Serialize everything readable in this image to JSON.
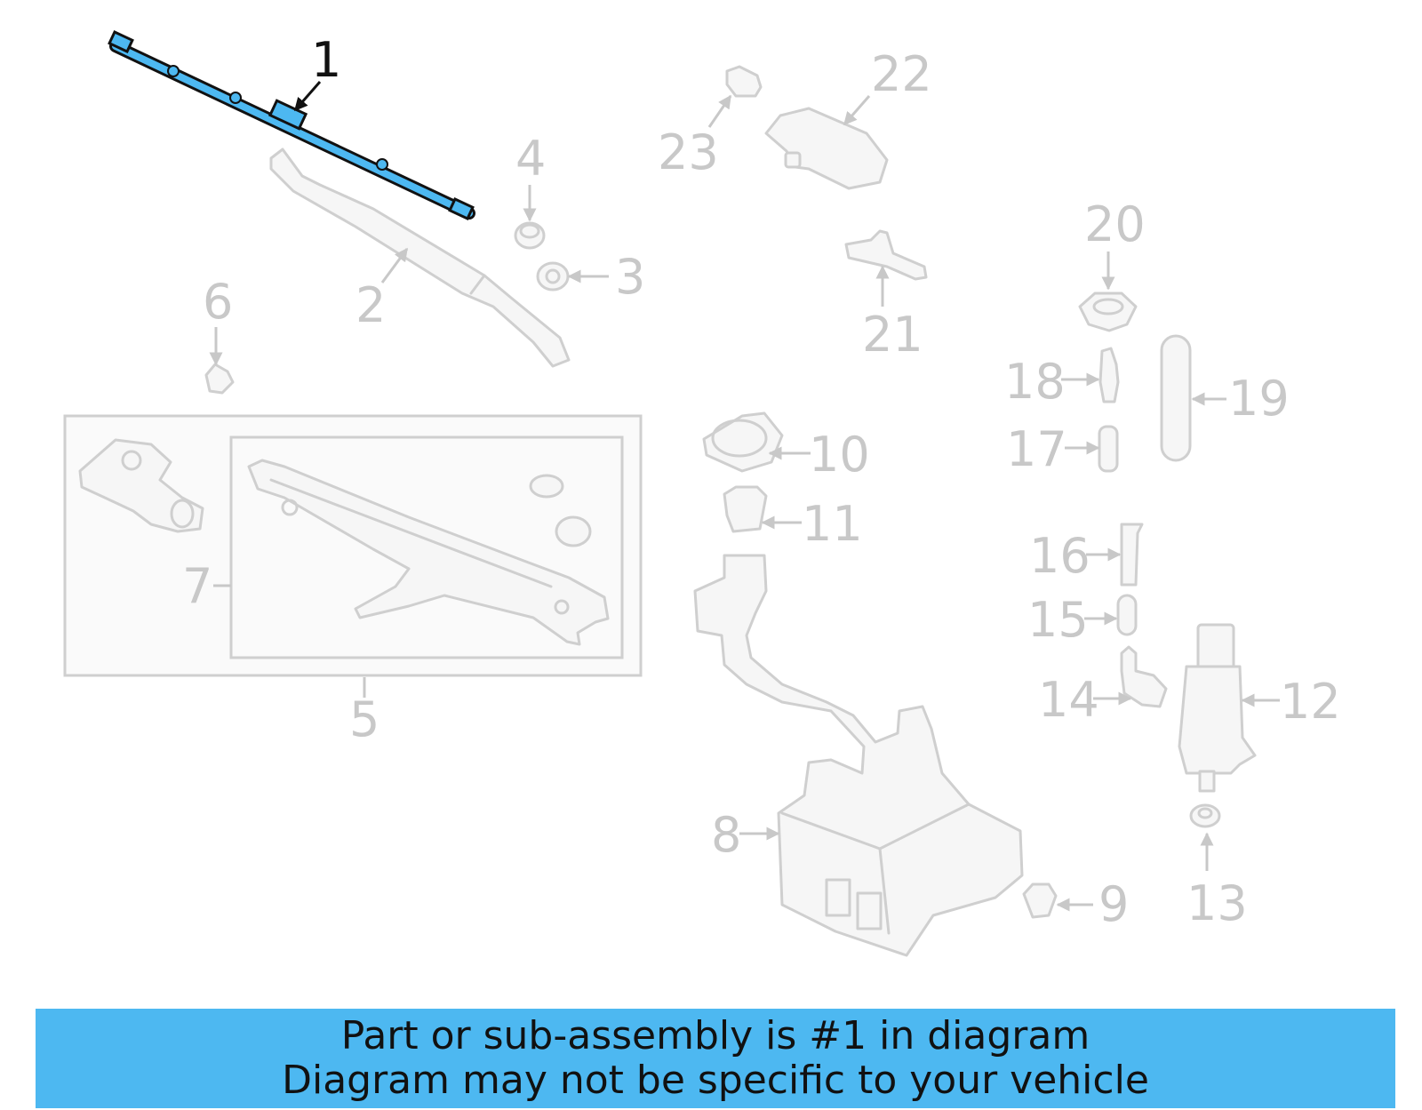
{
  "diagram": {
    "highlight_color": "#4db8f1",
    "callouts": [
      "1",
      "2",
      "3",
      "4",
      "5",
      "6",
      "7",
      "8",
      "9",
      "10",
      "11",
      "12",
      "13",
      "14",
      "15",
      "16",
      "17",
      "18",
      "19",
      "20",
      "21",
      "22",
      "23"
    ],
    "highlighted_part": "1"
  },
  "banner": {
    "line1": "Part or sub-assembly is #1 in diagram",
    "line2": "Diagram may not be specific to your vehicle",
    "background": "#4db8f1"
  }
}
